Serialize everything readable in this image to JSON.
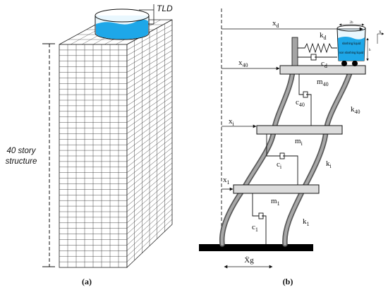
{
  "figure_a": {
    "caption": "(a)",
    "tld_label": "TLD",
    "structure_label_line1": "40 story",
    "structure_label_line2": "structure"
  },
  "figure_b": {
    "caption": "(b)",
    "labels": {
      "x_d": "x",
      "x_d_sub": "d",
      "x_40": "x",
      "x_40_sub": "40",
      "x_i": "x",
      "x_i_sub": "i",
      "x_1": "x",
      "x_1_sub": "1",
      "k_d": "k",
      "k_d_sub": "d",
      "c_d": "c",
      "c_d_sub": "d",
      "m_40": "m",
      "m_40_sub": "40",
      "c_40": "c",
      "c_40_sub": "40",
      "k_40": "k",
      "k_40_sub": "40",
      "m_i": "m",
      "m_i_sub": "i",
      "c_i": "c",
      "c_i_sub": "i",
      "k_i": "k",
      "k_i_sub": "i",
      "m_1": "m",
      "m_1_sub": "1",
      "c_1": "c",
      "c_1_sub": "1",
      "k_1": "k",
      "k_1_sub": "1",
      "x_g": "Ẍg",
      "x_s": "x",
      "x_s_sub": "s",
      "tank_width": "2b",
      "tank_height": "h",
      "sloshing_liquid": "sloshing liquid",
      "non_sloshing_liquid": "non sloshing liquid"
    }
  },
  "colors": {
    "water": "#1ea7e8",
    "water_light": "#7fd3f5",
    "column": "#8c8c8c",
    "ground": "#000000",
    "slab": "#d9d9d9"
  }
}
